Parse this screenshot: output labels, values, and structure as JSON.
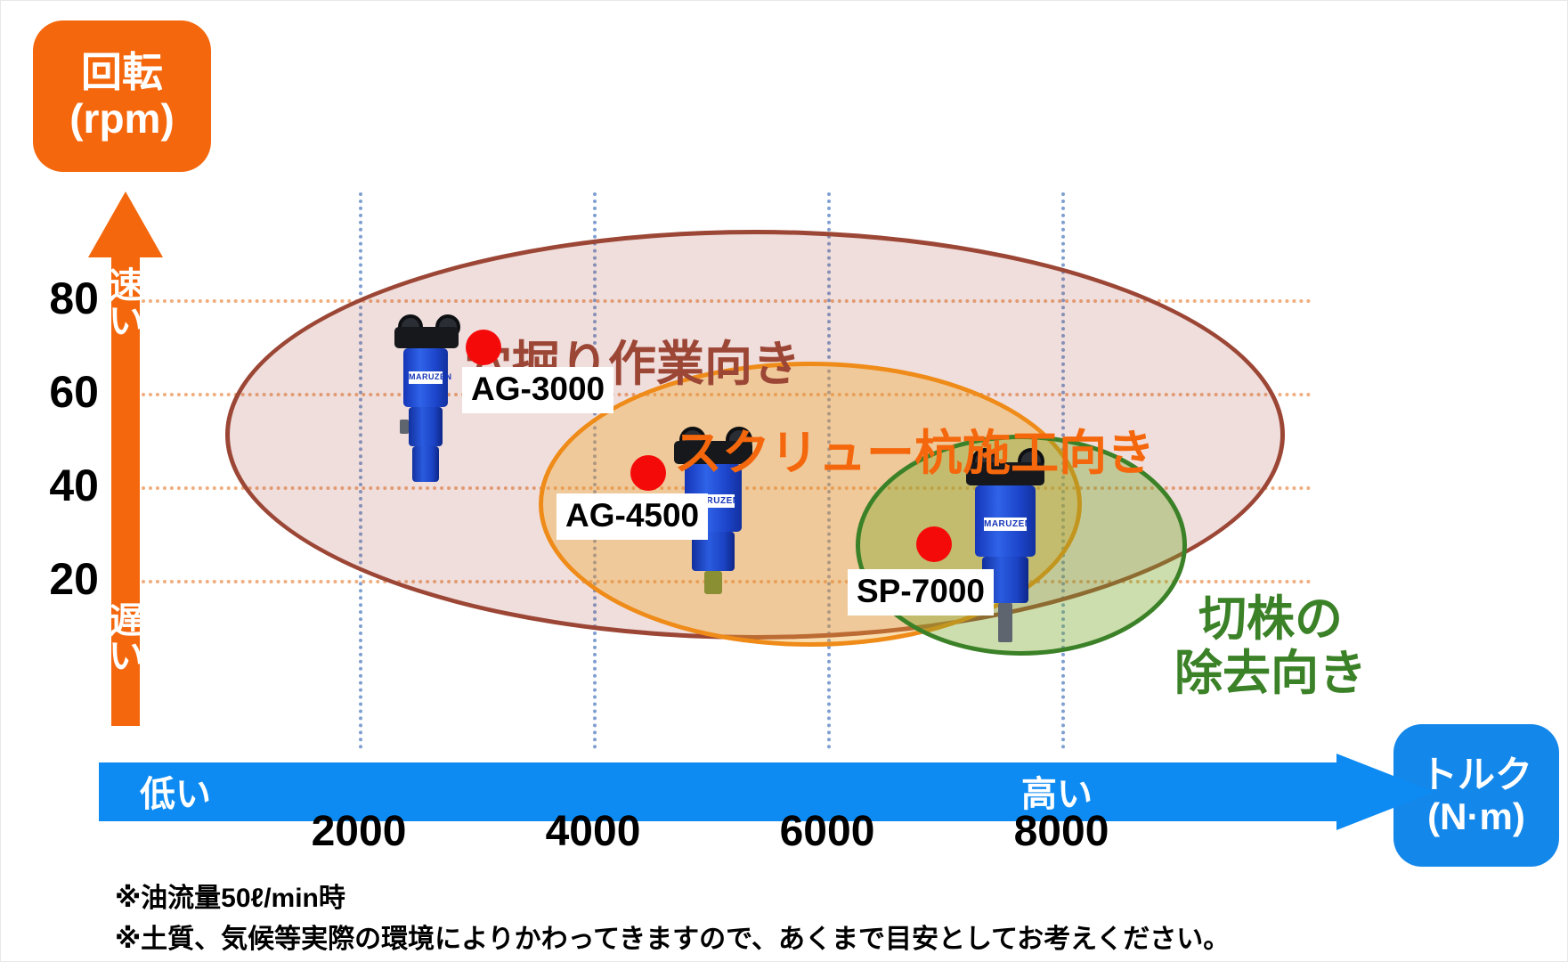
{
  "axes": {
    "y_chip": {
      "line1": "回転",
      "line2": "(rpm)",
      "color": "#f4670c"
    },
    "x_chip": {
      "line1": "トルク",
      "line2": "(N·m)",
      "color": "#1487ea"
    },
    "y_ticks": [
      "80",
      "60",
      "40",
      "20"
    ],
    "y_top_word": "速い",
    "y_bottom_word": "遅い",
    "x_ticks": [
      "2000",
      "4000",
      "6000",
      "8000"
    ],
    "x_left_word": "低い",
    "x_right_word": "高い"
  },
  "zones": [
    {
      "name": "穴掘り作業向き",
      "color": "#9c4636"
    },
    {
      "name": "スクリュー杭施工向き",
      "color": "#f4670c"
    },
    {
      "name": "切株の\n除去向き",
      "color": "#3b8127"
    }
  ],
  "products": [
    {
      "label": "AG-3000",
      "brand": "MARUZEN"
    },
    {
      "label": "AG-4500",
      "brand": "MARUZEN"
    },
    {
      "label": "SP-7000",
      "brand": "MARUZEN"
    }
  ],
  "footnotes": {
    "line1": "※油流量50ℓ/min時",
    "line2": "※土質、気候等実際の環境によりかわってきますので、あくまで目安としてお考えください。"
  },
  "chart_data": {
    "type": "scatter",
    "title": "",
    "xlabel": "トルク (N·m)",
    "ylabel": "回転 (rpm)",
    "xlim": [
      0,
      9000
    ],
    "ylim": [
      0,
      90
    ],
    "xticks": [
      2000,
      4000,
      6000,
      8000
    ],
    "yticks": [
      20,
      40,
      60,
      80
    ],
    "grid": true,
    "legend": "none",
    "points": [
      {
        "label": "AG-3000",
        "x": 3000,
        "y": 70
      },
      {
        "label": "AG-4500",
        "x": 4400,
        "y": 44
      },
      {
        "label": "SP-7000",
        "x": 6900,
        "y": 29
      }
    ],
    "regions": [
      {
        "label": "穴掘り作業向き",
        "shape": "ellipse",
        "center_x": 4100,
        "center_y": 52,
        "width_x": 7900,
        "height_y": 66,
        "color": "#9c4636"
      },
      {
        "label": "スクリュー杭施工向き",
        "shape": "ellipse",
        "center_x": 5100,
        "center_y": 31,
        "width_x": 4000,
        "height_y": 45,
        "color": "#f4670c"
      },
      {
        "label": "切株の除去向き",
        "shape": "ellipse",
        "center_x": 6900,
        "center_y": 25,
        "width_x": 2450,
        "height_y": 36,
        "color": "#3b8127"
      }
    ],
    "notes": [
      "※油流量50ℓ/min時",
      "※土質、気候等実際の環境によりかわってきますので、あくまで目安としてお考えください。"
    ]
  }
}
